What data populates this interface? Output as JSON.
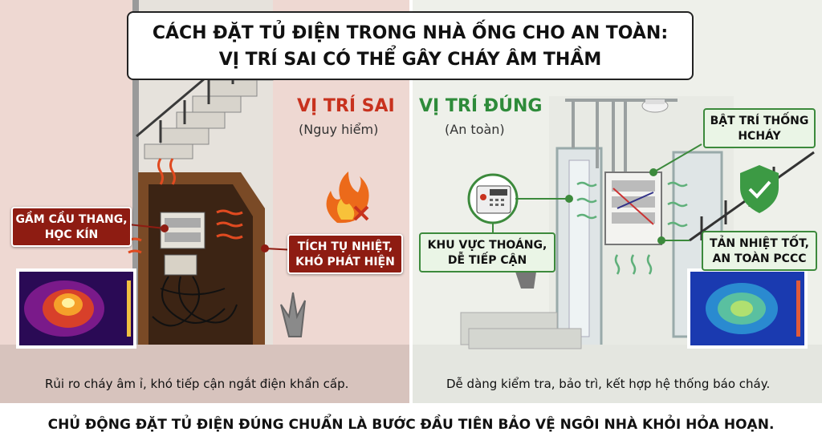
{
  "title": {
    "line1": "CÁCH ĐẶT TỦ ĐIỆN TRONG NHÀ ỐNG CHO AN TOÀN:",
    "line2": "VỊ TRÍ SAI CÓ THỂ GÂY CHÁY ÂM THẦM"
  },
  "wrong": {
    "heading": "VỊ TRÍ SAI",
    "subheading": "(Nguy hiểm)",
    "label_location": [
      "GẦM CẦU THANG,",
      "HỌC KÍN"
    ],
    "label_heat": [
      "TÍCH TỤ NHIỆT,",
      "KHÓ PHÁT HIỆN"
    ],
    "caption": "Rủi ro cháy âm ỉ, khó tiếp cận ngắt điện khẩn cấp."
  },
  "right": {
    "heading": "VỊ TRÍ ĐÚNG",
    "subheading": "(An toàn)",
    "label_alarm": [
      "BẬT TRÍ THỐNG",
      "HCHÁY"
    ],
    "label_area": [
      "KHU VỰC THOÁNG,",
      "DỄ TIẾP CẬN"
    ],
    "label_cooling": [
      "TẢN NHIỆT TỐT,",
      "AN TOÀN PCCC"
    ],
    "caption": "Dễ dàng kiểm tra, bảo trì, kết hợp hệ thống báo cháy."
  },
  "footer": "CHỦ ĐỘNG ĐẶT TỦ ĐIỆN ĐÚNG CHUẨN LÀ BƯỚC ĐẦU TIÊN BẢO VỆ NGÔI NHÀ KHỎI HỎA HOẠN.",
  "colors": {
    "danger": "#c8321e",
    "safe": "#2e8b3a",
    "danger_tag": "#8e1c12"
  },
  "icons": [
    "stairs-illustration",
    "electrical-panel-icon",
    "fire-icon",
    "thermal-image",
    "alarm-panel-icon",
    "smoke-detector-icon",
    "shield-check-icon"
  ]
}
